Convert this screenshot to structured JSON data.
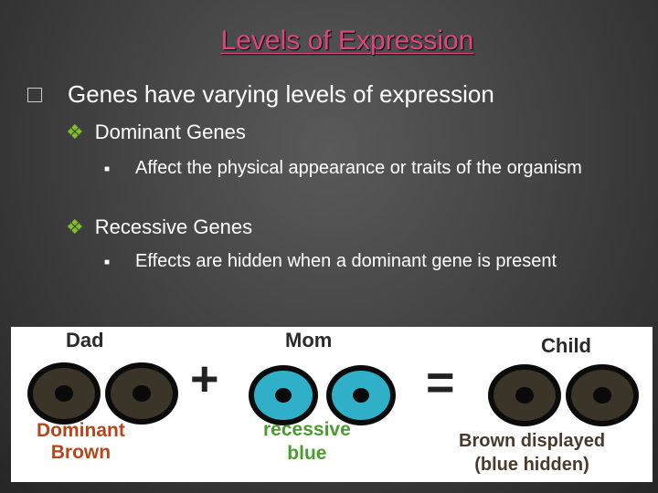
{
  "slide": {
    "title": "Levels of Expression",
    "bullet_main": "Genes have varying levels of expression",
    "dominant": {
      "heading": "Dominant Genes",
      "detail": "Affect the physical appearance or traits of the organism"
    },
    "recessive": {
      "heading": "Recessive Genes",
      "detail": "Effects are hidden when a dominant gene is present"
    }
  },
  "figure": {
    "dad_label": "Dad",
    "mom_label": "Mom",
    "child_label": "Child",
    "dad_caption_line1": "Dominant",
    "dad_caption_line2": "Brown",
    "mom_caption_line1": "recessive",
    "mom_caption_line2": "blue",
    "child_caption_line1": "Brown displayed",
    "child_caption_line2": "(blue hidden)",
    "plus": "+",
    "equals": "=",
    "colors": {
      "brown_eye": "#3a3528",
      "blue_eye": "#2fb0c8"
    }
  },
  "icons": {
    "main_bullet": "square-bullet-icon",
    "sub_bullet": "diamond-bullet-icon",
    "detail_bullet": "small-square-bullet-icon"
  }
}
